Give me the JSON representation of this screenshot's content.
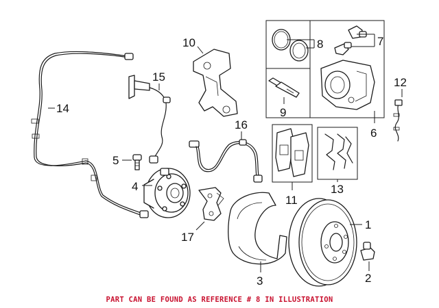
{
  "caption": "PART CAN BE FOUND AS REFERENCE # 8 IN ILLUSTRATION",
  "callouts": {
    "c1": "1",
    "c2": "2",
    "c3": "3",
    "c4": "4",
    "c5": "5",
    "c6": "6",
    "c7": "7",
    "c8": "8",
    "c9": "9",
    "c10": "10",
    "c11": "11",
    "c12": "12",
    "c13": "13",
    "c14": "14",
    "c15": "15",
    "c16": "16",
    "c17": "17"
  },
  "colors": {
    "caption": "#c8102e",
    "ink": "#1a1a1a"
  }
}
